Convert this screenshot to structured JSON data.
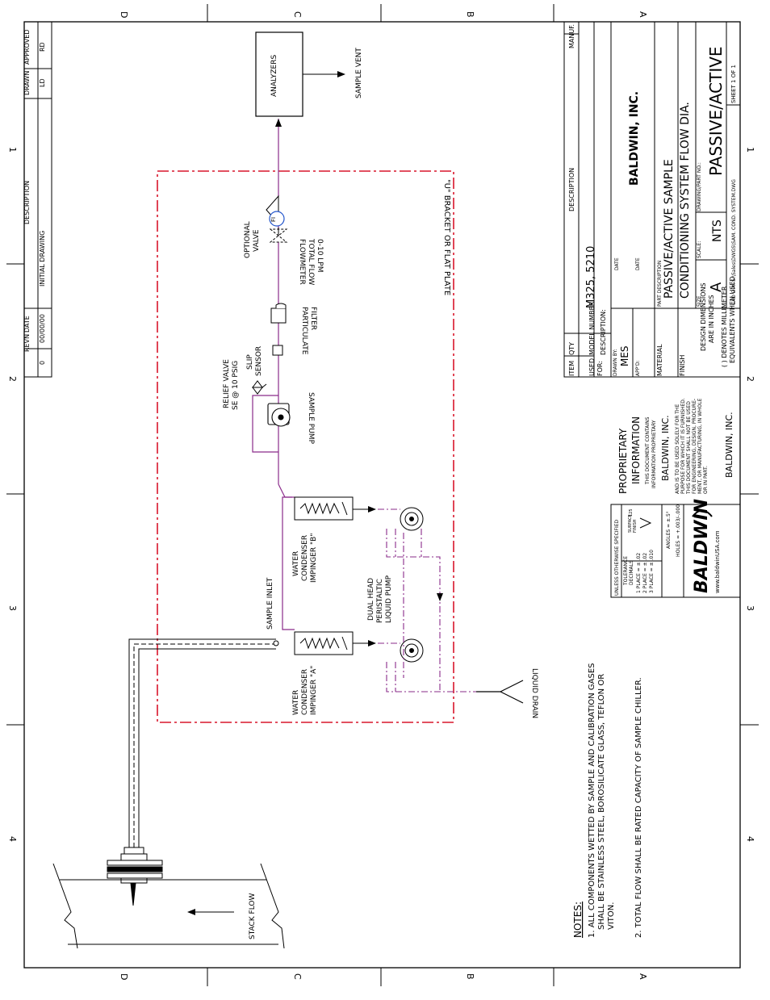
{
  "zones": {
    "top": [
      "D",
      "C",
      "B",
      "A"
    ],
    "bottom": [
      "D",
      "C",
      "B",
      "A"
    ],
    "left": [
      "1",
      "2",
      "3",
      "4"
    ],
    "right": [
      "1",
      "2",
      "3",
      "4"
    ]
  },
  "revision_block": {
    "headers": [
      "REVN",
      "DATE",
      "DESCRIPTION",
      "DRAWN",
      "APPROVED"
    ],
    "row": [
      "0",
      "00/00/00",
      "INITIAL DRAWING",
      "LD",
      "RD"
    ]
  },
  "components": {
    "analyzers": "ANALYZERS",
    "sample_vent": "SAMPLE VENT",
    "fi_symbol": "FI",
    "flowmeter": [
      "FLOWMETER",
      "TOTAL FLOW",
      "0-10 LPM"
    ],
    "optional_valve": [
      "OPTIONAL",
      "VALVE"
    ],
    "particulate_filter": [
      "PARTICULATE",
      "FILTER"
    ],
    "slip_sensor": [
      "SLIP",
      "SENSOR"
    ],
    "relief_valve": [
      "RELIEF VALVE",
      "SE @ 10 PSIG"
    ],
    "sample_pump": "SAMPLE PUMP",
    "impinger_b": [
      "WATER",
      "CONDENSER",
      "IMPINGER \"B\""
    ],
    "impinger_a": [
      "WATER",
      "CONDENSER",
      "IMPINGER \"A\""
    ],
    "sample_inlet": "SAMPLE INLET",
    "peristaltic_pump": [
      "DUAL HEAD",
      "PERISTALTIC",
      "LIQUID PUMP"
    ],
    "liquid_drain": "LIQUID DRAIN",
    "bracket": "\"U\" BRACKET OR FLAT PLATE",
    "stack_flow": "STACK FLOW"
  },
  "notes": {
    "title": "NOTES:",
    "items": [
      [
        "1. ALL COMPONENTS WETTED BY SAMPLE AND CALIBRATION GASES",
        "SHALL BE STAINLESS STEEL, BOROSILICATE GLASS, TEFLON OR",
        "VITON."
      ],
      [
        "2. TOTAL FLOW SHALL BE RATED CAPACITY OF SAMPLE CHILLER."
      ]
    ]
  },
  "title_block": {
    "manuf": "MANUF.",
    "description_header": "DESCRIPTION",
    "item": "ITEM",
    "qty": "QTY",
    "used_for": [
      "USED",
      "FOR:"
    ],
    "model_number_label": "MODEL NUMBER:",
    "model_number": "M325, 5210",
    "description_label": "DESCRIPTION:",
    "date_label": "DATE",
    "drawn_by_label": "DRAWN BY:",
    "drawn_by": "MES",
    "appd_label": "APP'D:",
    "material_label": "MATERIAL",
    "finish_label": "FINISH",
    "design_dims": [
      "DESIGN DIMENSIONS",
      "ARE IN INCHES"
    ],
    "mm_note": [
      "( ) DENOTES MILLIMETER",
      "EQUIVALENTS WHEN USED"
    ],
    "company": "BALDWIN, INC.",
    "part_description_label": "PART DESCRIPTION",
    "part_description": [
      "PASSIVE/ACTIVE SAMPLE",
      "CONDITIONING SYSTEM FLOW DIA."
    ],
    "size_label": "SIZE",
    "size": "A",
    "scale_label": "SCALE:",
    "scale": "NTS",
    "dwg_label": "DRAWING/PART NO.:",
    "dwg_no": "PASSIVE/ACTIVE",
    "sheet": "SHEET 1 OF 1",
    "cad_dir": "CAD DIR: S:\\Sales\\DWGS\\SAM. COND. SYSTEM.DWG",
    "tolerance": [
      "UNLESS OTHERWISE SPECIFIED",
      "TOLERANCE",
      "DECIMALS",
      "1 PLACE = ± .02",
      "2 PLACE = ± .02",
      "3 PLACE = ± .010",
      "ANGLES = ±.5°",
      "HOLES = +.003/-.000"
    ],
    "surface_finish": [
      "SURFACE",
      "FINISH",
      "125"
    ],
    "proprietary": [
      "PROPRIETARY",
      "INFORMATION",
      "THIS DOCUMENT CONTAINS",
      "INFORMATION PROPRIETARY",
      "BALDWIN, INC."
    ],
    "proprietary_body": [
      "AND IS TO BE USED SOLELY FOR THE",
      "PURPOSE FOR WHICH IT IS FURNISHED.",
      "THIS DOCUMENT SHALL NOT BE USED",
      "FOR ENGINEERING, DESIGN, PROCURE-",
      "MENT, OR MANUFACTURING, IN WHOLE",
      "OR IN PART.",
      "BALDWIN, INC."
    ],
    "logo": "BALDWIN",
    "website": "www.baldwinUSA.com"
  },
  "colors": {
    "line": "#000000",
    "sample_line": "#8a2b8a",
    "drain_line": "#8a2b8a",
    "bracket": "#d8162b",
    "fi_fill": "#2255cc"
  }
}
